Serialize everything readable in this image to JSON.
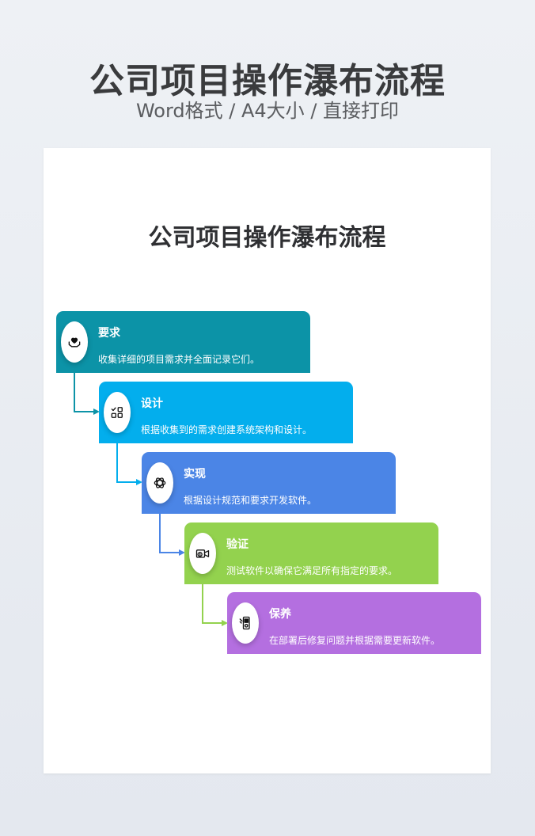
{
  "header": {
    "title": "公司项目操作瀑布流程",
    "subtitle": "Word格式 / A4大小 / 直接打印"
  },
  "document": {
    "title": "公司项目操作瀑布流程"
  },
  "steps": [
    {
      "title": "要求",
      "desc": "收集详细的项目需求并全面记录它们。",
      "color": "#0c93a7",
      "icon": "heart-in-hands-icon"
    },
    {
      "title": "设计",
      "desc": "根据收集到的需求创建系统架构和设计。",
      "color": "#03aeed",
      "icon": "shapes-checklist-icon"
    },
    {
      "title": "实现",
      "desc": "根据设计规范和要求开发软件。",
      "color": "#4b85e6",
      "icon": "openai-knot-icon"
    },
    {
      "title": "验证",
      "desc": "测试软件以确保它满足所有指定的要求。",
      "color": "#93d24e",
      "icon": "video-camera-alert-icon"
    },
    {
      "title": "保养",
      "desc": "在部署后修复问题并根据需要更新软件。",
      "color": "#b46fe0",
      "icon": "maintenance-device-icon"
    }
  ]
}
